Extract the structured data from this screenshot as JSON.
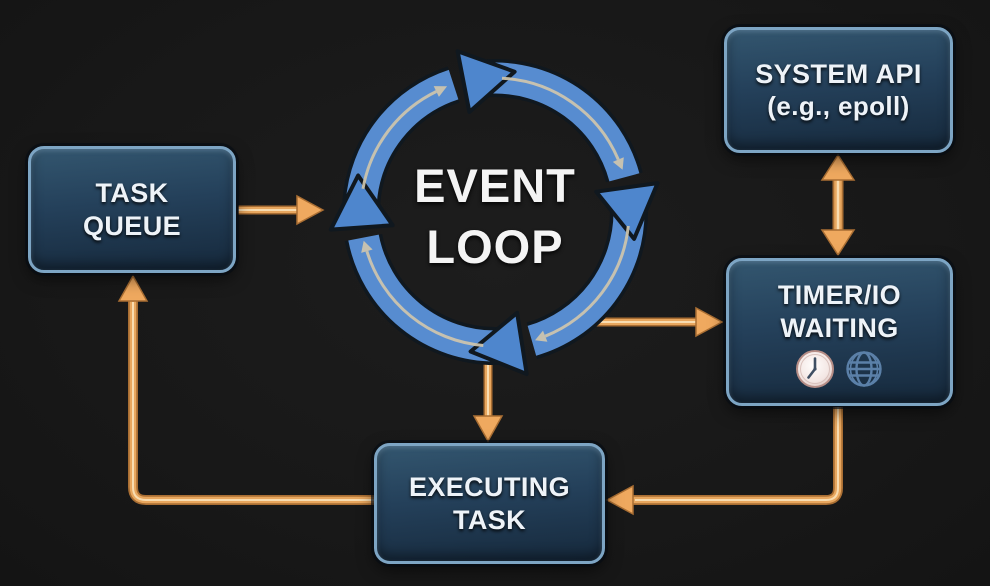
{
  "diagram_title": "Event Loop",
  "colors": {
    "background": "#181818",
    "node_fill_top": "#33566f",
    "node_fill_bottom": "#16293c",
    "node_border": "#7da5c4",
    "node_text": "#eef3f8",
    "loop_arrow_blue": "#578cd0",
    "loop_arrow_outline": "#10181f",
    "loop_inner_arrow_cream": "#cfc6ad",
    "connector_orange": "#e8a75f",
    "connector_orange_dark": "#a96e33",
    "connector_orange_highlight": "#f8dcb0",
    "clock_face": "#f5eae8",
    "globe_blue": "#5b80a8"
  },
  "center": {
    "line1": "EVENT",
    "line2": "LOOP"
  },
  "nodes": {
    "task_queue": {
      "line1": "TASK",
      "line2": "QUEUE"
    },
    "system_api": {
      "line1": "SYSTEM API",
      "line2": "(e.g., epoll)"
    },
    "timer_io": {
      "line1": "TIMER/IO",
      "line2": "WAITING",
      "icons": [
        "clock-icon",
        "globe-icon"
      ]
    },
    "executing_task": {
      "line1": "EXECUTING",
      "line2": "TASK"
    }
  },
  "edges": [
    {
      "from": "task-queue",
      "to": "event-loop",
      "style": "arrow-right"
    },
    {
      "from": "event-loop",
      "to": "timer-io-waiting",
      "style": "arrow-right"
    },
    {
      "from": "system-api",
      "to": "timer-io-waiting",
      "style": "double-arrow-vertical"
    },
    {
      "from": "timer-io-waiting",
      "to": "executing-task",
      "style": "elbow-down-left-arrow"
    },
    {
      "from": "event-loop",
      "to": "executing-task",
      "style": "arrow-down"
    },
    {
      "from": "executing-task",
      "to": "task-queue",
      "style": "elbow-left-up-arrow"
    }
  ]
}
